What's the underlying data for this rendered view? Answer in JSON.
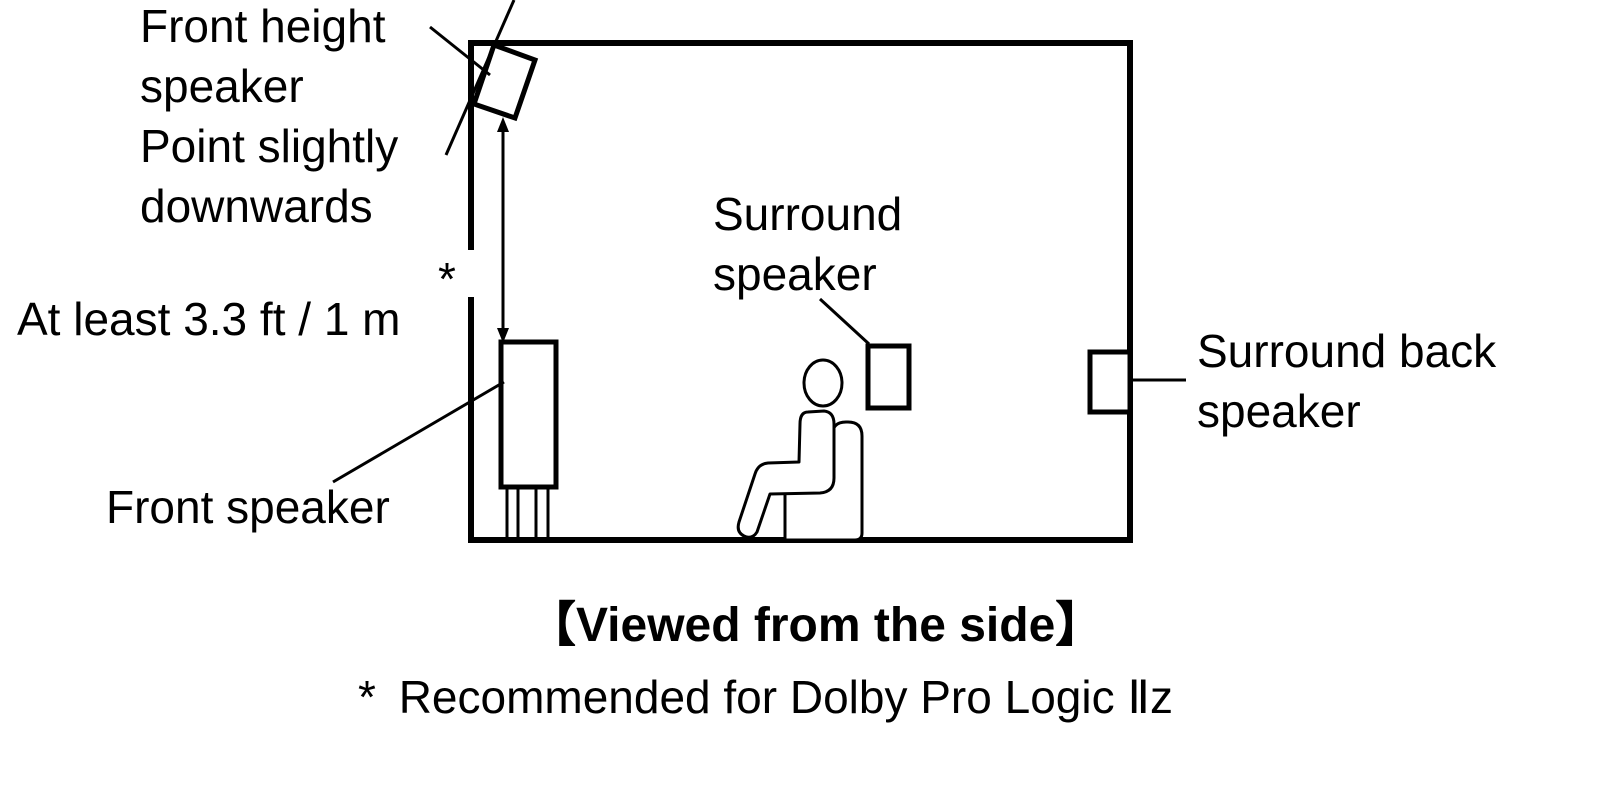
{
  "labels": {
    "front_height_line1": "Front height",
    "front_height_line2": "speaker",
    "point_line1": "Point slightly",
    "point_line2": "downwards",
    "distance": "At least 3.3 ft / 1 m",
    "surround_line1": "Surround",
    "surround_line2": "speaker",
    "surround_back_line1": "Surround back",
    "surround_back_line2": "speaker",
    "front_speaker": "Front speaker"
  },
  "markers": {
    "asterisk": "*"
  },
  "caption": {
    "open_bracket": "【",
    "text": "Viewed from the side",
    "close_bracket": "】"
  },
  "footnote": {
    "asterisk": "*",
    "text": "Recommended for Dolby Pro Logic Ⅱz"
  },
  "colors": {
    "stroke": "#000000",
    "background": "#ffffff"
  }
}
